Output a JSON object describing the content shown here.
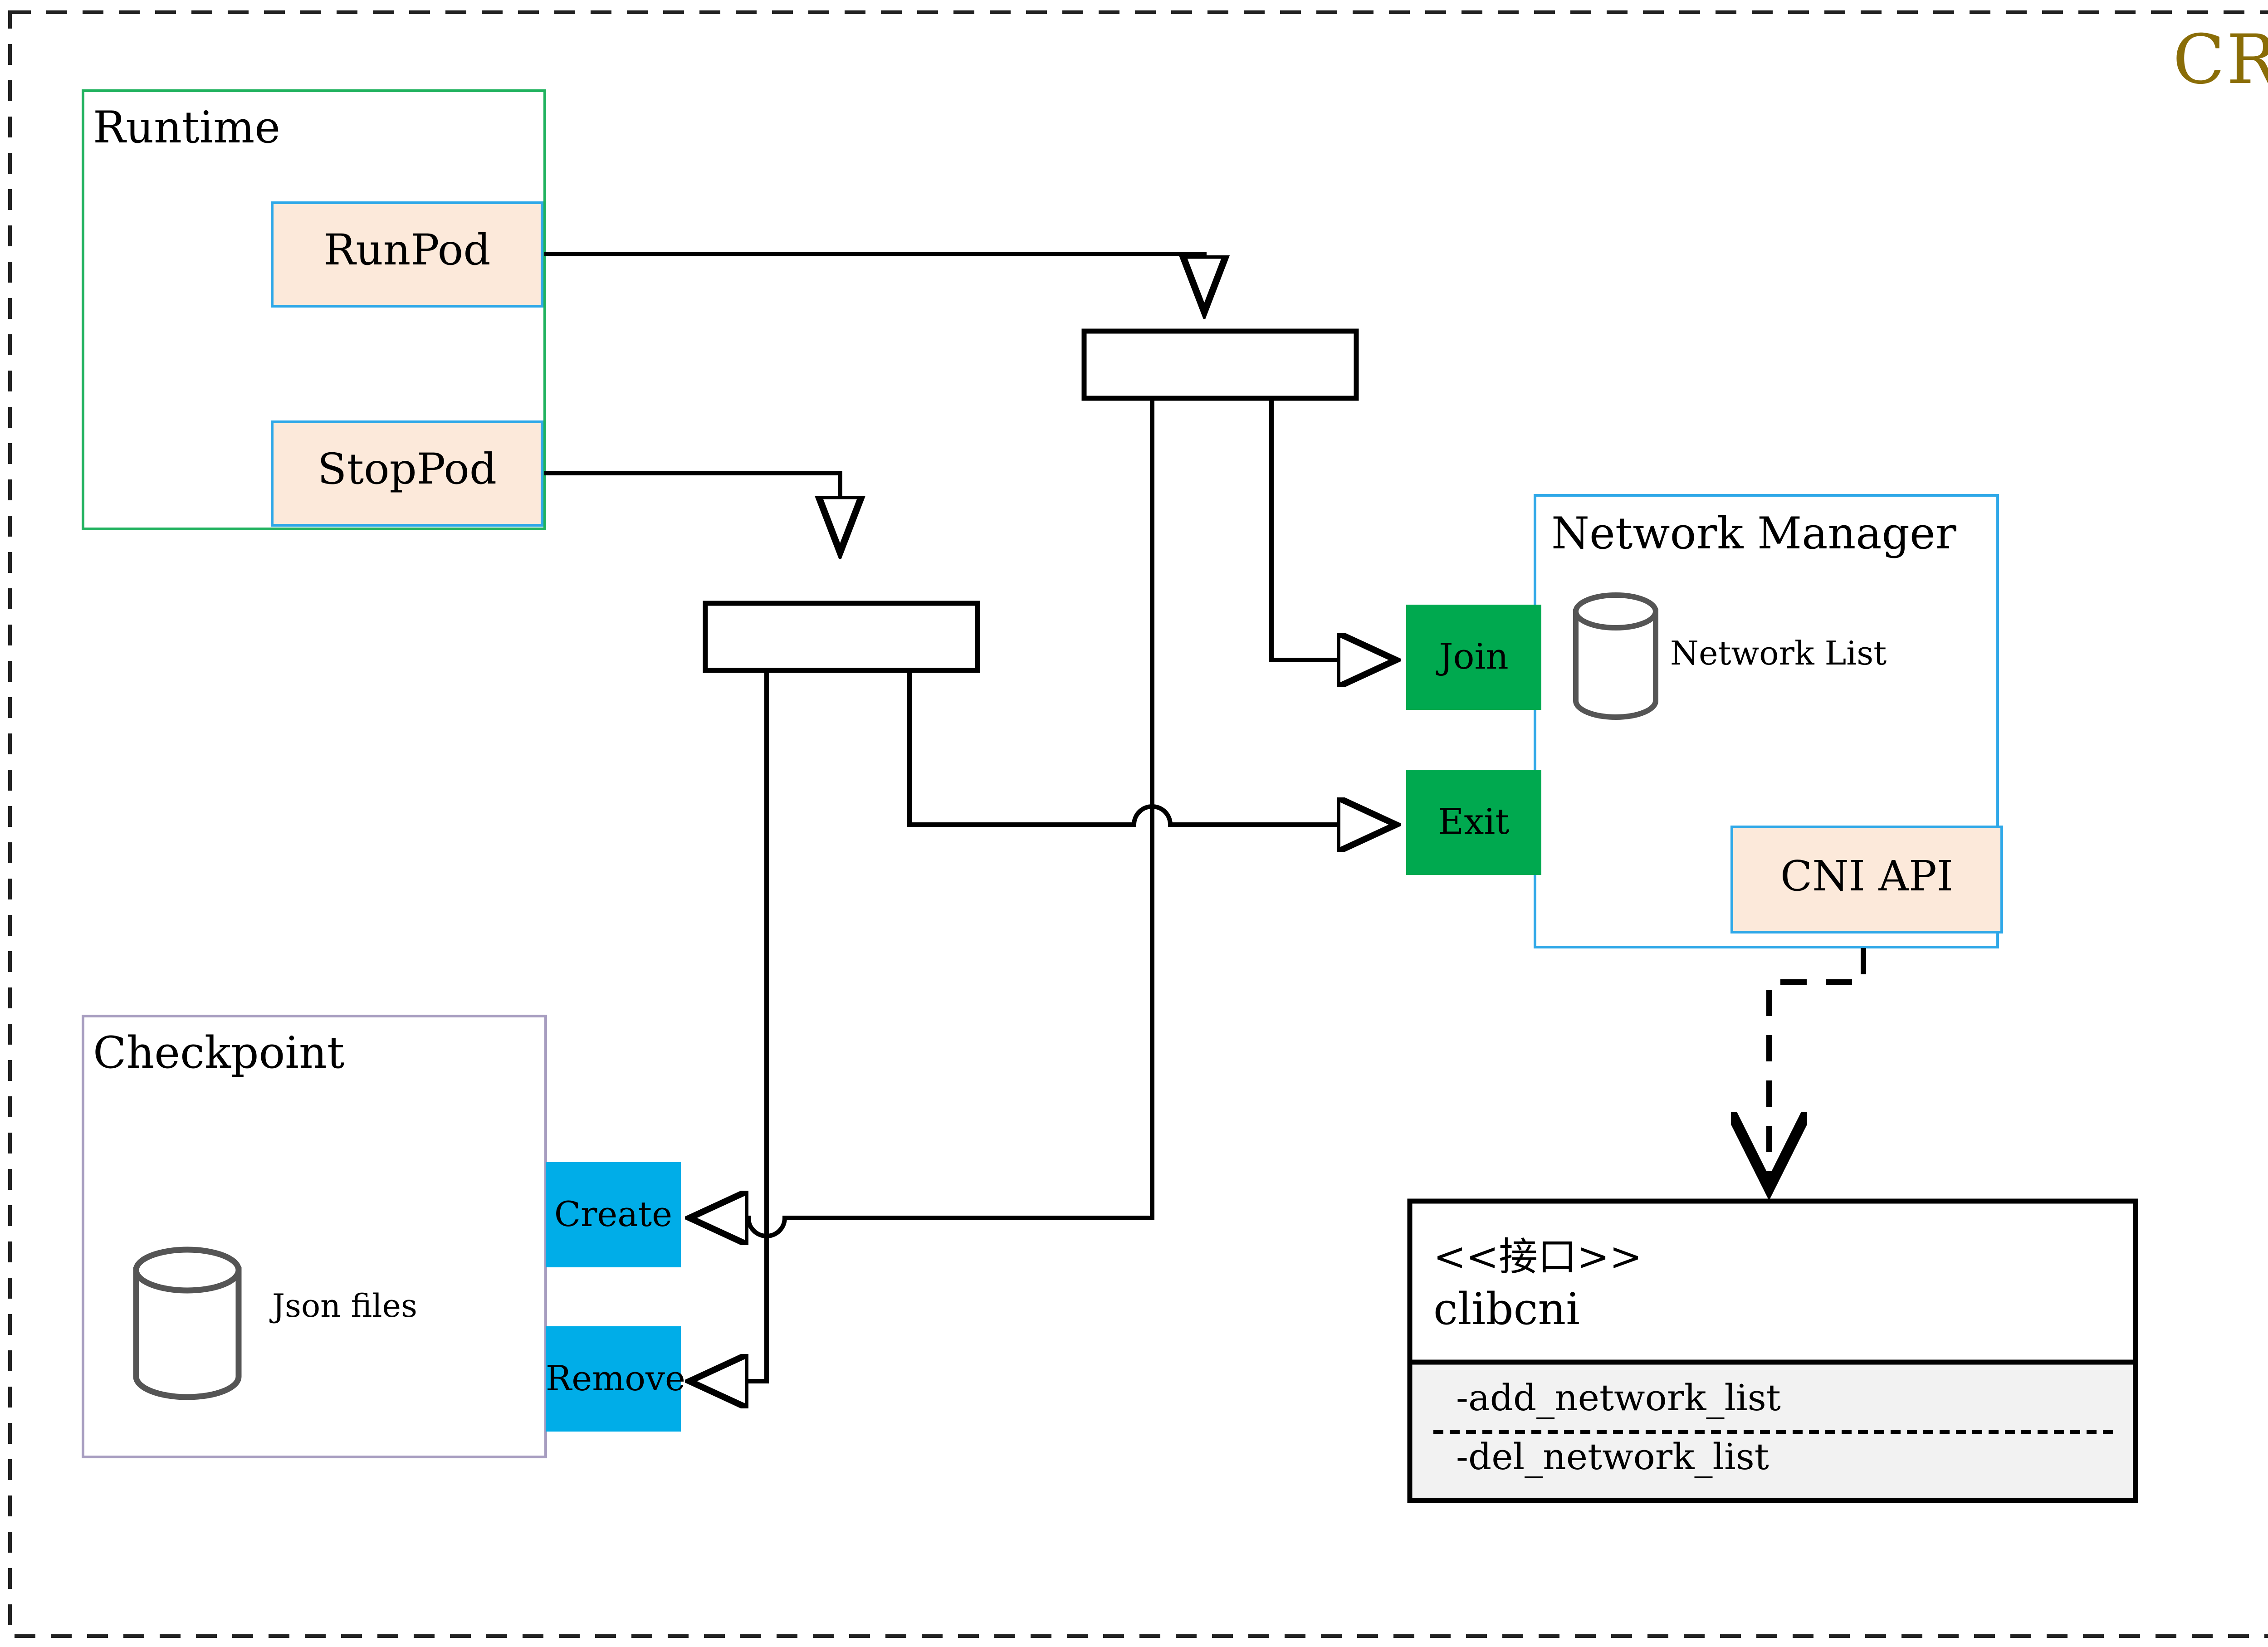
{
  "diagram": {
    "title": "CRI",
    "title_color": "#8a6d07",
    "outer_border": "dashed",
    "groups": [
      {
        "id": "runtime",
        "label": "Runtime",
        "border_color": "#21b25f"
      },
      {
        "id": "checkpoint",
        "label": "Checkpoint",
        "border_color": "#a79dc0"
      },
      {
        "id": "netmgr",
        "label": "Network Manager",
        "border_color": "#2fa8e8"
      }
    ],
    "runtime_ops": [
      {
        "id": "runpod",
        "label": "RunPod",
        "fill": "#fce9da",
        "border": "#2fa8e8"
      },
      {
        "id": "stoppod",
        "label": "StopPod",
        "fill": "#fce9da",
        "border": "#2fa8e8"
      }
    ],
    "checkpoint_store": {
      "label": "Json files",
      "shape": "cylinder",
      "stroke": "#555555"
    },
    "checkpoint_ops": [
      {
        "id": "create",
        "label": "Create",
        "fill": "#00ade8"
      },
      {
        "id": "remove",
        "label": "Remove",
        "fill": "#00ade8"
      }
    ],
    "netmgr_store": {
      "label": "Network List",
      "shape": "cylinder",
      "stroke": "#555555"
    },
    "netmgr_ops": [
      {
        "id": "join",
        "label": "Join",
        "fill": "#00a94f"
      },
      {
        "id": "exit",
        "label": "Exit",
        "fill": "#00a94f"
      }
    ],
    "netmgr_api": {
      "id": "cniapi",
      "label": "CNI API",
      "fill": "#fce9da",
      "border": "#2fa8e8"
    },
    "interface": {
      "stereotype": "<<接口>>",
      "name": "clibcni",
      "methods": [
        "-add_network_list",
        "-del_network_list"
      ],
      "methods_fill": "#f2f2f2"
    },
    "fork_bars": [
      {
        "id": "fork-runpod",
        "label": ""
      },
      {
        "id": "fork-stoppod",
        "label": ""
      }
    ]
  }
}
